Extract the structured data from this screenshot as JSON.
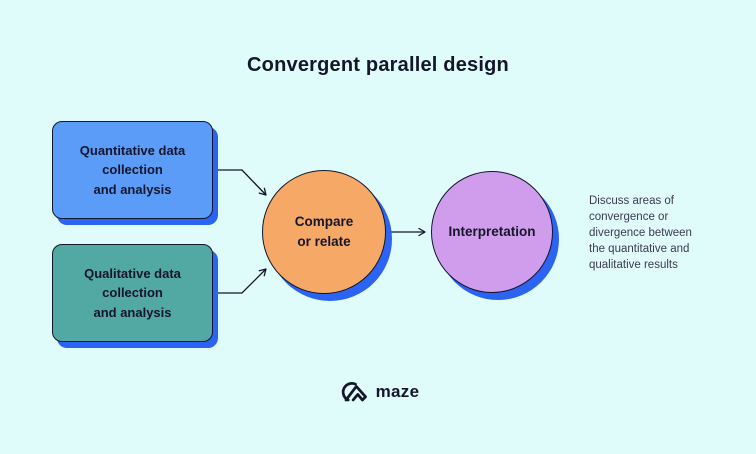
{
  "page": {
    "background_color": "#dffbfa",
    "title": "Convergent parallel design"
  },
  "diagram": {
    "outline_color": "#15152b",
    "shadow_color": "#2b63f3",
    "nodes": [
      {
        "id": "quantitative",
        "shape": "rectangle",
        "fill": "#5b9cf8",
        "label": "Quantitative data\ncollection\nand analysis"
      },
      {
        "id": "qualitative",
        "shape": "rectangle",
        "fill": "#52a8a2",
        "label": "Qualitative data\ncollection\nand analysis"
      },
      {
        "id": "compare",
        "shape": "circle",
        "fill": "#f6a967",
        "label": "Compare\nor relate"
      },
      {
        "id": "interpretation",
        "shape": "circle",
        "fill": "#d09ded",
        "label": "Interpretation"
      }
    ],
    "connections": [
      {
        "from": "quantitative",
        "to": "compare"
      },
      {
        "from": "qualitative",
        "to": "compare"
      },
      {
        "from": "compare",
        "to": "interpretation"
      }
    ],
    "annotation": "Discuss areas of\nconvergence or\ndivergence between\nthe quantitative and\nqualitative results"
  },
  "footer": {
    "brand": "maze",
    "logo_icon": "maze-logo-icon"
  }
}
